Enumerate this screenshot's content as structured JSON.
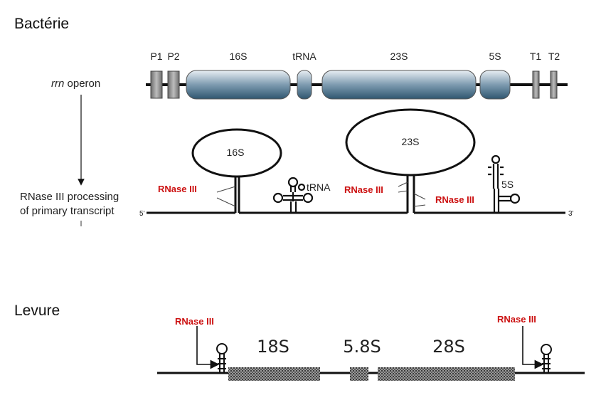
{
  "sections": {
    "bacteria": "Bactérie",
    "yeast": "Levure"
  },
  "operon": {
    "label_italic": "rrn",
    "label_rest": " operon",
    "promoters": [
      "P1",
      "P2"
    ],
    "terminators": [
      "T1",
      "T2"
    ],
    "genes": [
      "16S",
      "tRNA",
      "23S",
      "5S"
    ],
    "gene_color": "#3b6580"
  },
  "processing": {
    "label_line1": "RNase III processing",
    "label_line2": "of primary transcript",
    "end5": "5'",
    "end3": "3'",
    "loops": [
      "16S",
      "23S",
      "tRNA",
      "5S"
    ],
    "enzyme_labels": [
      "RNase III",
      "RNase III",
      "RNase III"
    ]
  },
  "yeast": {
    "enzyme_labels": [
      "RNase III",
      "RNase III"
    ],
    "segments": [
      "18S",
      "5.8S",
      "28S"
    ]
  },
  "colors": {
    "enzyme_red": "#cc1111",
    "line": "#111111"
  }
}
